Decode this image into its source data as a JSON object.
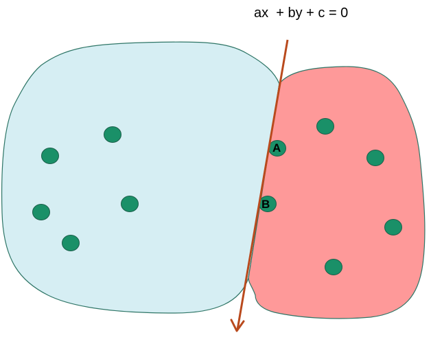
{
  "equation": "ax  + by + c = 0",
  "colors": {
    "left_region": "#d6eef3",
    "right_region": "#fe9999",
    "region_stroke": "#2e7566",
    "point_fill": "#1a9068",
    "point_stroke": "#1a5e49",
    "line_color": "#b94a1d"
  },
  "points": {
    "labeled": [
      {
        "label": "A"
      },
      {
        "label": "B"
      }
    ]
  }
}
